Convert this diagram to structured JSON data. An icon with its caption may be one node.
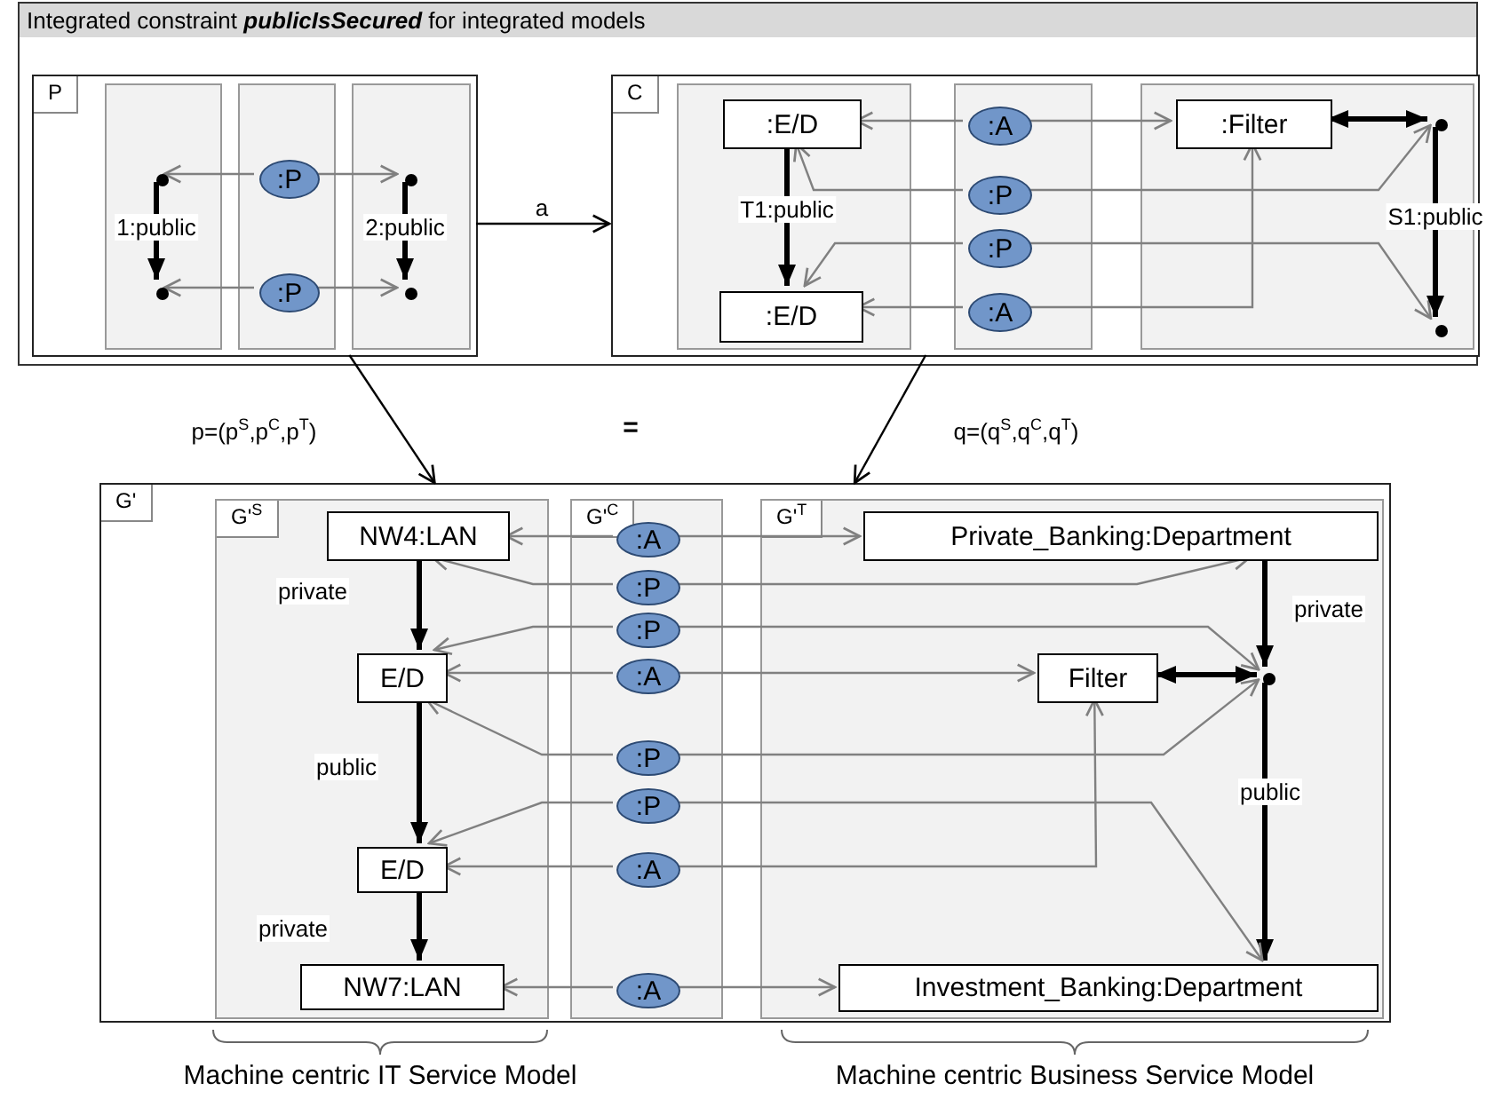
{
  "diagram": {
    "nodes": [
      {
        "text": [
          "Integrated constraint **publicIsSecured** for integrated models"
        ]
      },
      {
        "text": [
          "P"
        ],
        "in": 0
      },
      {
        "text": [],
        "shape": "box",
        "in": 1
      },
      {
        "text": [],
        "shape": "box",
        "in": 1
      },
      {
        "text": [],
        "shape": "box",
        "in": 1
      },
      {
        "text": [],
        "shape": "circle",
        "in": 2
      },
      {
        "text": [],
        "shape": "circle",
        "in": 2
      },
      {
        "text": [
          ":P"
        ],
        "in": 3
      },
      {
        "text": [
          ":P"
        ],
        "in": 3
      },
      {
        "text": [],
        "shape": "circle",
        "in": 4
      },
      {
        "text": [],
        "shape": "circle",
        "in": 4
      },
      {
        "text": [
          "C"
        ],
        "in": 0
      },
      {
        "text": [],
        "shape": "box",
        "in": 11
      },
      {
        "text": [],
        "shape": "box",
        "in": 11
      },
      {
        "text": [],
        "shape": "box",
        "in": 11
      },
      {
        "text": [
          ":E/D"
        ],
        "in": 12
      },
      {
        "text": [
          ":E/D"
        ],
        "in": 12
      },
      {
        "text": [
          ":A"
        ],
        "in": 13
      },
      {
        "text": [
          ":P"
        ],
        "in": 13
      },
      {
        "text": [
          ":P"
        ],
        "in": 13
      },
      {
        "text": [
          ":A"
        ],
        "in": 13
      },
      {
        "text": [
          ":Filter"
        ],
        "in": 14
      },
      {
        "text": [],
        "shape": "circle",
        "in": 14
      },
      {
        "text": [],
        "shape": "circle",
        "in": 14
      },
      {
        "text": [
          "G'"
        ]
      },
      {
        "text": [
          "G'$^{S}$"
        ],
        "in": 24
      },
      {
        "text": [
          "G'$^{C}$"
        ],
        "in": 24
      },
      {
        "text": [
          "G'$^{T}$"
        ],
        "in": 24
      },
      {
        "text": [
          "NW4:LAN"
        ],
        "in": 25
      },
      {
        "text": [
          "E/D"
        ],
        "in": 25
      },
      {
        "text": [
          "E/D"
        ],
        "in": 25
      },
      {
        "text": [
          "NW7:LAN"
        ],
        "in": 25
      },
      {
        "text": [
          ":A"
        ],
        "in": 26
      },
      {
        "text": [
          ":P"
        ],
        "in": 26
      },
      {
        "text": [
          ":P"
        ],
        "in": 26
      },
      {
        "text": [
          ":A"
        ],
        "in": 26
      },
      {
        "text": [
          ":P"
        ],
        "in": 26
      },
      {
        "text": [
          ":P"
        ],
        "in": 26
      },
      {
        "text": [
          ":A"
        ],
        "in": 26
      },
      {
        "text": [
          ":A"
        ],
        "in": 26
      },
      {
        "text": [
          "Private_Banking:Department"
        ],
        "in": 27
      },
      {
        "text": [
          "Filter"
        ],
        "in": 27
      },
      {
        "text": [],
        "shape": "circle",
        "in": 27
      },
      {
        "text": [
          "Investment_Banking:Department"
        ],
        "in": 27
      }
    ],
    "edges": [
      {
        "from": 5,
        "to": 6,
        "arrow": "to",
        "label": "1:public",
        "style": "thick",
        "color": "#000000"
      },
      {
        "from": 7,
        "to": 5,
        "arrow": "to"
      },
      {
        "from": 7,
        "to": 9,
        "arrow": "to"
      },
      {
        "from": 8,
        "to": 6,
        "arrow": "to"
      },
      {
        "from": 8,
        "to": 10,
        "arrow": "to"
      },
      {
        "from": 9,
        "to": 10,
        "arrow": "to",
        "label": "2:public",
        "style": "thick",
        "color": "#000000"
      },
      {
        "from": 1,
        "to": 11,
        "arrow": "to",
        "label": "a",
        "color": "#000000"
      },
      {
        "from": 15,
        "to": 16,
        "arrow": "to",
        "label": "T1:public",
        "style": "thick",
        "color": "#000000"
      },
      {
        "from": 17,
        "to": 15,
        "arrow": "to"
      },
      {
        "from": 17,
        "to": 21,
        "arrow": "to"
      },
      {
        "from": 18,
        "to": 15,
        "arrow": "to"
      },
      {
        "from": 18,
        "to": 22,
        "arrow": "to"
      },
      {
        "from": 19,
        "to": 16,
        "arrow": "to"
      },
      {
        "from": 19,
        "to": 23,
        "arrow": "to"
      },
      {
        "from": 20,
        "to": 16,
        "arrow": "to"
      },
      {
        "from": 20,
        "to": 21,
        "arrow": "to"
      },
      {
        "from": 21,
        "to": 22,
        "arrow": "both",
        "style": "thick",
        "color": "#000000"
      },
      {
        "from": 22,
        "to": 23,
        "arrow": "to",
        "label": "S1:public",
        "style": "thick",
        "color": "#000000"
      },
      {
        "from": 1,
        "to": 24,
        "arrow": "to",
        "label": "p=(p$^{S}$,p$^{C}$,p$^{T}$)",
        "color": "#000000"
      },
      {
        "from": 11,
        "to": 24,
        "arrow": "to",
        "label": "q=(q$^{S}$,q$^{C}$,q$^{T}$)",
        "color": "#000000"
      },
      {
        "from": 28,
        "to": 29,
        "arrow": "to",
        "label": "private",
        "style": "thick",
        "color": "#000000"
      },
      {
        "from": 29,
        "to": 30,
        "arrow": "to",
        "label": "public",
        "style": "thick",
        "color": "#000000"
      },
      {
        "from": 30,
        "to": 31,
        "arrow": "to",
        "label": "private",
        "style": "thick",
        "color": "#000000"
      },
      {
        "from": 40,
        "to": 42,
        "arrow": "to",
        "label": "private",
        "style": "thick",
        "color": "#000000"
      },
      {
        "from": 42,
        "to": 43,
        "arrow": "to",
        "label": "public",
        "style": "thick",
        "color": "#000000"
      },
      {
        "from": 41,
        "to": 42,
        "arrow": "both",
        "style": "thick",
        "color": "#000000"
      },
      {
        "from": 32,
        "to": 28,
        "arrow": "to"
      },
      {
        "from": 32,
        "to": 40,
        "arrow": "to"
      },
      {
        "from": 33,
        "to": 28,
        "arrow": "to"
      },
      {
        "from": 33,
        "to": 40,
        "arrow": "to"
      },
      {
        "from": 34,
        "to": 29,
        "arrow": "to"
      },
      {
        "from": 34,
        "to": 42,
        "arrow": "to"
      },
      {
        "from": 35,
        "to": 29,
        "arrow": "to"
      },
      {
        "from": 35,
        "to": 41,
        "arrow": "to"
      },
      {
        "from": 36,
        "to": 29,
        "arrow": "to"
      },
      {
        "from": 36,
        "to": 42,
        "arrow": "to"
      },
      {
        "from": 37,
        "to": 30,
        "arrow": "to"
      },
      {
        "from": 37,
        "to": 43,
        "arrow": "to"
      },
      {
        "from": 38,
        "to": 30,
        "arrow": "to"
      },
      {
        "from": 38,
        "to": 41,
        "arrow": "to"
      },
      {
        "from": 39,
        "to": 31,
        "arrow": "to"
      },
      {
        "from": 39,
        "to": 43,
        "arrow": "to"
      }
    ],
    "labels": [
      "=",
      "Machine centric IT Service Model",
      "Machine centric Business Service Model"
    ]
  }
}
